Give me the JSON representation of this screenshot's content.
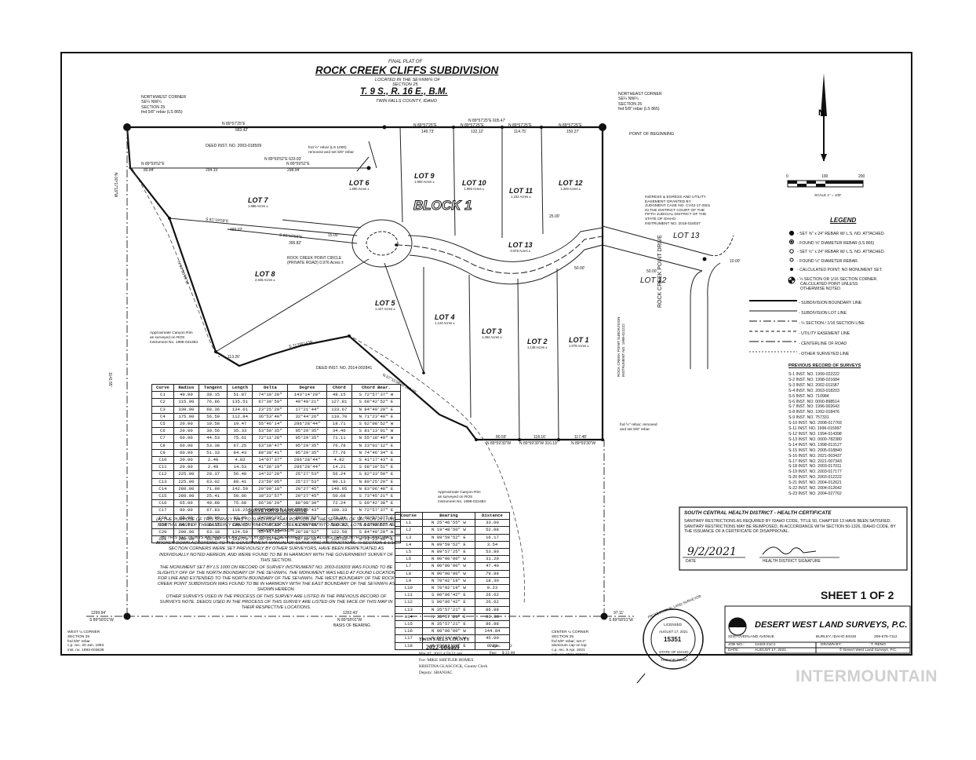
{
  "header": {
    "final_plat_label": "FINAL PLAT OF",
    "title": "ROCK CREEK CLIFFS SUBDIVISION",
    "located_line1": "LOCATED IN THE SE¼NW¼ OF",
    "located_line2": "SECTION 25",
    "township": "T. 9 S., R. 16 E., B.M.",
    "county": "TWIN FALLS COUNTY, IDAHO"
  },
  "corners": {
    "northwest": [
      "NORTHWEST CORNER",
      "SE¼ NW¼",
      "SECTION 25",
      "fnd 5/8\" rebar (LS 865)"
    ],
    "northeast": [
      "NORTHEAST CORNER",
      "SE¼ NW¼",
      "SECTION 25",
      "fnd 5/8\" rebar (LS 865)"
    ],
    "west_quarter": [
      "WEST ¼ CORNER",
      "SECTION 25",
      "fnd 5/8\" rebar",
      "c.p. rec. 20 Jan. 1993",
      "inst. no. 1993-003639"
    ],
    "center_quarter": [
      "CENTER ¼ CORNER",
      "SECTION 25",
      "fnd 5/8\" rebar; set 2\"",
      "aluminum cap on top",
      "c.p. rec. 9 Apr. 2021",
      "inst. no. 2021-009663"
    ]
  },
  "plat": {
    "block_label": "BLOCK 1",
    "point_of_beginning": "POINT OF BEGINNING",
    "lots": [
      {
        "name": "LOT 1",
        "area": "1.079 Acres ±"
      },
      {
        "name": "LOT 2",
        "area": "1.148 Acres ±"
      },
      {
        "name": "LOT 3",
        "area": "1.264 Acres ±"
      },
      {
        "name": "LOT 4",
        "area": "1.124 Acres ±"
      },
      {
        "name": "LOT 5",
        "area": "1.427 Acres ±"
      },
      {
        "name": "LOT 6",
        "area": "1.890 Acres ±"
      },
      {
        "name": "LOT 7",
        "area": "1.988 Acres ±"
      },
      {
        "name": "LOT 8",
        "area": "2.846 Acres ±"
      },
      {
        "name": "LOT 9",
        "area": "1.993 Acres ±"
      },
      {
        "name": "LOT 10",
        "area": "1.993 Acres ±"
      },
      {
        "name": "LOT 11",
        "area": "1.232 Acres ±"
      },
      {
        "name": "LOT 12",
        "area": "1.260 Acres ±"
      },
      {
        "name": "LOT 13",
        "area": "0.978 Acres ±"
      }
    ],
    "east_lot13": "LOT 13",
    "east_lot12": "LOT 12",
    "road_name": "ROCK CREEK POINT DRIVE",
    "road_circle": [
      "ROCK CREEK POINT CIRCLE",
      "(PRIVATE ROAD) 0.976 Acres ±"
    ],
    "deed_north": "DEED INST. NO. 2003-018509",
    "deed_south": "DEED INST. NO. 2014-002841",
    "rebar_note_north": [
      "fnd ½\" rebar (LS 1000)",
      "removed and set 5/8\" rebar"
    ],
    "rebar_note_south": [
      "fnd ½\" rebar; removed",
      "and set 5/8\" rebar"
    ],
    "easement_note": [
      "INGRESS & EGRESS AND UTILITY",
      "EASEMENT GRANTED BY",
      "JUDGMENT CASE NO. CV42-17-2501",
      "IN THE DISTRICT COURT OF THE",
      "FIFTH JUDICIAL DISTRICT OF THE",
      "STATE OF IDAHO",
      "INSTRUMENT NO. 2018-018037"
    ],
    "canyon_rim_west": [
      "Approximate Canyon Rim",
      "as surveyed on ROS",
      "Instrument No. 1998-021684"
    ],
    "canyon_rim_south": [
      "Approximate Canyon Rim",
      "as surveyed on ROS",
      "Instrument No. 1998-021684"
    ],
    "east_subdivision_note": [
      "ROCK CREEK POINT SUBDIVISION",
      "INSTRUMENT NO. 1998-022222"
    ],
    "dims": {
      "north_total": "N 89°57'25\"E 605.47'",
      "north_west": "N 89°57'25\"E",
      "north_west_len": "683.42'",
      "n1": "N 89°57'25\"E",
      "n1l": "149.73'",
      "n2": "N 89°57'25\"E",
      "n2l": "132.12'",
      "n3": "N 89°57'25\"E",
      "n3l": "114.75'",
      "n4": "N 89°57'25\"E",
      "n4l": "150.27'",
      "mid_line": "N 89°59'52\"E 633.93'",
      "mid_a": "N 89°59'52\"E",
      "mid_al": "80.84'",
      "mid_b": "294.15'",
      "mid_c": "N 89°59'52\"E",
      "mid_d": "298.94'",
      "lot7_line": "S 81°19'59\"E",
      "lot7_len": "460.02'",
      "lot8_line": "S 80°19'59\"E",
      "lot8_len": "395.82'",
      "south_a": "N 89°59'30\"W",
      "south_al": "80.59'",
      "south_b": "N 89°59'30\"W 316.19'",
      "south_bl": "118.16'",
      "south_c": "N 89°59'30\"W",
      "south_cl": "117.48'",
      "south_line_long": "N 67°11'08\"W 368.06'",
      "sw_line": "S 71°09'14\"W",
      "sw_len": "113.26'",
      "west_side": "N 00°17'19\"W",
      "west_side_len": "1141.55'",
      "west_bearing": "N 44°55'59\"W",
      "width_25": "25.00'",
      "width_15": "15.00'",
      "width_50a": "50.00'",
      "width_50b": "50.00'",
      "ten": "10.00'"
    },
    "basis": {
      "bearing": "N 89°58'01\"W",
      "length": "1202.43'",
      "label": "BASIS OF BEARING",
      "west_len": "1299.94'",
      "west_bearing": "S 89°58'01\"W",
      "east_len": "97.11'",
      "east_bearing": "S 89°58'01\"W"
    }
  },
  "scale": {
    "ticks": [
      "0",
      "100",
      "200"
    ],
    "label": "SCALE 1\" = 100'"
  },
  "legend": {
    "title": "LEGEND",
    "symbols": [
      "- SET ⅝\" x 24\" REBAR W/ L.S. NO. ATTACHED.",
      "- FOUND ⅝\" DIAMETER REBAR (LS 865)",
      "- SET ½\" x 24\" REBAR W/ L.S. NO. ATTACHED.",
      "- FOUND ½\" DIAMETER REBAR.",
      "- CALCULATED POINT; NO MONUMENT SET.",
      "- ¼ SECTION OR 1/16 SECTION CORNER.",
      "CALCULATED POINT UNLESS",
      "OTHERWISE NOTED."
    ],
    "lines": [
      "- SUBDIVISION BOUNDARY LINE",
      "- SUBDIVISION LOT LINE",
      "- ¼ SECTION / 1/16 SECTION LINE",
      "- UTILITY EASEMENT LINE",
      "- CENTERLINE OF ROAD",
      "- OTHER SURVEYED LINE"
    ]
  },
  "previous_surveys": {
    "title": "PREVIOUS RECORD OF SURVEYS",
    "items": [
      "S-1  INST. NO. 1999-022222",
      "S-2  INST. NO. 1998-021684",
      "S-3  INST. NO. 2002-011587",
      "S-4  INST. NO. 2003-018203",
      "S-5  INST. NO. 710984",
      "S-6  INST. NO. 0000-898514",
      "S-7  INST. NO. 1996-002643",
      "S-8  INST. NO. 1992-018476",
      "S-9  INST. NO. 757331",
      "S-10  INST. NO. 2008-017769",
      "S-11  INST. NO. 1996-015997",
      "S-12  INST. NO. 1994-014398",
      "S-13  INST. NO. 0000-782380",
      "S-14  INST. NO. 1998-013127",
      "S-15  INST. NO. 2005-018840",
      "S-16  INST. NO. 2021-003437",
      "S-17  INST. NO. 2021-007343",
      "S-18  INST. NO. 2003-017011",
      "S-19  INST. NO. 2003-017177",
      "S-20  INST. NO. 2003-012222",
      "S-21  INST. NO. 2004-012621",
      "S-22  INST. NO. 2004-012642",
      "S-23  INST. NO. 2004-027762"
    ]
  },
  "curve_table": {
    "headers": [
      "Curve",
      "Radius",
      "Tangent",
      "Length",
      "Delta",
      "Degree",
      "Chord",
      "Chord Bear."
    ],
    "rows": [
      [
        "C1",
        "40.00",
        "30.15",
        "51.87",
        "74°18'20\"",
        "143°14'20\"",
        "48.15",
        "S 72°57'37\" W"
      ],
      [
        "C2",
        "115.00",
        "76.86",
        "135.51",
        "67°30'59\"",
        "49°49'21\"",
        "127.81",
        "S 68°42'52\" E"
      ],
      [
        "C3",
        "330.00",
        "68.36",
        "134.61",
        "23°25'20\"",
        "17°21'44\"",
        "133.67",
        "N 84°49'20\" E"
      ],
      [
        "C4",
        "175.00",
        "56.59",
        "112.84",
        "36°53'40\"",
        "32°44'26\"",
        "110.70",
        "N 71°23'40\" E"
      ],
      [
        "C5",
        "20.00",
        "10.58",
        "19.47",
        "55°46'14\"",
        "286°28'44\"",
        "18.71",
        "S 62°08'52\" W"
      ],
      [
        "C6",
        "20.00",
        "30.56",
        "35.33",
        "53°58'35\"",
        "95°29'35\"",
        "34.46",
        "S 81°13'01\" W"
      ],
      [
        "C7",
        "60.00",
        "44.53",
        "75.61",
        "72°11'28\"",
        "95°29'35\"",
        "71.11",
        "N 55°18'49\" W"
      ],
      [
        "C8",
        "60.00",
        "53.38",
        "67.25",
        "63°18'47\"",
        "95°29'35\"",
        "76.78",
        "N 23°01'12\" E"
      ],
      [
        "C9",
        "60.00",
        "51.33",
        "84.43",
        "80°38'41\"",
        "95°29'35\"",
        "77.76",
        "N 74°46'34\" E"
      ],
      [
        "C10",
        "20.00",
        "2.40",
        "4.83",
        "14°07'37\"",
        "286°28'44\"",
        "4.82",
        "S 41°17'43\" E"
      ],
      [
        "C11",
        "20.00",
        "2.40",
        "14.53",
        "41°36'19\"",
        "286°28'44\"",
        "14.21",
        "S 68°10'51\" E"
      ],
      [
        "C12",
        "225.00",
        "28.37",
        "56.40",
        "14°32'20\"",
        "25°27'53\"",
        "56.24",
        "S 82°33'50\" E"
      ],
      [
        "C13",
        "225.00",
        "63.02",
        "80.41",
        "23°50'05\"",
        "25°27'53\"",
        "90.13",
        "N 80°25'29\" E"
      ],
      [
        "C14",
        "280.00",
        "71.99",
        "142.50",
        "29°09'18\"",
        "20°27'45\"",
        "140.95",
        "N 83°06'48\" E"
      ],
      [
        "C15",
        "280.00",
        "25.41",
        "50.66",
        "10°22'57\"",
        "20°27'45\"",
        "50.68",
        "S 73°45'21\" E"
      ],
      [
        "C16",
        "65.00",
        "40.88",
        "75.60",
        "66°38'29\"",
        "88°08'30\"",
        "72.24",
        "S 69°42'38\" E"
      ],
      [
        "C17",
        "90.00",
        "67.83",
        "116.25",
        "74°00'23\"",
        "63°39'43\"",
        "108.33",
        "N 72°57'37\" E"
      ],
      [
        "C18",
        "65.00",
        "48.99",
        "83.96",
        "74°00'23\"",
        "88°08'52\"",
        "78.24",
        "N 72°57'37\" E"
      ],
      [
        "C19",
        "90.00",
        "60.15",
        "106.05",
        "67°30'59\"",
        "63°39'43\"",
        "100.02",
        "S 68°42'52\" E"
      ],
      [
        "C20",
        "200.00",
        "63.18",
        "124.59",
        "35°41'03\"",
        "28°38'52\"",
        "122.59",
        "S 84°49'20\" W"
      ],
      [
        "C21",
        "200.00",
        "66.66",
        "128.73",
        "36°53'40\"",
        "28°38'52\"",
        "126.52",
        "N 71°23'40\" E"
      ]
    ]
  },
  "line_table": {
    "headers": [
      "Course",
      "Bearing",
      "Distance"
    ],
    "rows": [
      [
        "L1",
        "N 25°46'55\" W",
        "33.00"
      ],
      [
        "L2",
        "N 19°48'50\" W",
        "52.88"
      ],
      [
        "L3",
        "N 89°59'52\" E",
        "16.17"
      ],
      [
        "L4",
        "N 89°59'52\" E",
        "3.54"
      ],
      [
        "L5",
        "N 89°57'25\" E",
        "53.80"
      ],
      [
        "L6",
        "N 90°00'00\" W",
        "31.20"
      ],
      [
        "L7",
        "N 90°00'00\" W",
        "47.40"
      ],
      [
        "L8",
        "N 90°00'00\" W",
        "79.89"
      ],
      [
        "L9",
        "N 70°02'19\" W",
        "18.30"
      ],
      [
        "L10",
        "N 70°02'19\" W",
        "0.23"
      ],
      [
        "L11",
        "S 00°06'42\" E",
        "26.62"
      ],
      [
        "L12",
        "S 00°06'42\" E",
        "26.62"
      ],
      [
        "L13",
        "N 35°57'21\" E",
        "86.88"
      ],
      [
        "L14",
        "N 35°57'21\" E",
        "86.88"
      ],
      [
        "L15",
        "N 35°57'21\" E",
        "86.88"
      ],
      [
        "L16",
        "N 90°00'00\" W",
        "144.84"
      ],
      [
        "L17",
        "N 00°14'49\" W",
        "45.00"
      ],
      [
        "L18",
        "N 70°02'19\" E",
        "0.23"
      ]
    ]
  },
  "narrative": {
    "title": "SURVEYOR'S NARRATIVE",
    "paragraphs": [
      "(A) THE PURPOSE OF THIS SURVEY WAS TO SUBDIVIDE THAT PORTION OF THE SE¼NW¼ OF SECTION 25 LYING NORTH & EAST OF THE EASTERLY CANYON RIM OF ROCK CREEK CANYON INTO BLOCKS, LOTS & STREETS AS SHOWN HEREON.",
      "(B) THIS SECTION IS AN IRREGULAR SECTION WITH GOVERNMENT LOTS ALONG THE NORTH SIDE AND WAS BROKEN DOWN ACCORDING TO THE GOVERNMENT MANUAL OF SURVEYING INSTRUCTIONS. ¼ SECTION & 1/16 SECTION CORNERS WERE SET PREVIOUSLY BY OTHER SURVEYORS, HAVE BEEN PERPETUATED AS INDIVIDUALLY NOTED HEREON, AND WERE FOUND TO BE IN HARMONY WITH THE GOVERNMENT SURVEY OF THIS SECTION.",
      "THE MONUMENT SET BY LS 1000 ON RECORD OF SURVEY INSTRUMENT NO. 2003-018203 WAS FOUND TO BE SLIGHTLY OFF OF THE NORTH BOUNDARY OF THE SE¼NW¼. THE MONUMENT WAS HELD AT FOUND LOCATION FOR LINE AND EXTENDED TO THE NORTH BOUNDARY OF THE SE¼NW¼. THE WEST BOUNDARY OF THE ROCK CREEK POINT SUBDIVISION WAS FOUND TO BE IN HARMONY WITH THE EAST BOUNDARY OF THE SE¼NW¼ AS SHOWN HEREON.",
      "OTHER SURVEYS USED IN THE PROCESS OF THIS SURVEY ARE LISTED IN THE PREVIOUS RECORD OF SURVEYS NOTE. DEEDS USED IN THE PROCESS OF THIS SURVEY ARE LISTED ON THE FACE OF THIS MAP IN THEIR RESPECTIVE LOCATIONS."
    ]
  },
  "health": {
    "title": "SOUTH CENTRAL HEALTH DISTRICT - HEALTH CERTIFICATE",
    "text": "SANITARY RESTRICTIONS AS REQUIRED BY IDAHO CODE, TITLE 50, CHAPTER 13 HAVE BEEN SATISFIED. SANITARY RESTRICTIONS MAY BE REIMPOSED, IN ACCORDANCE WITH SECTION 50-1326, IDAHO CODE, BY THE ISSUANCE OF A CERTIFICATE OF DISAPPROVAL.",
    "date_value": "9/2/2021",
    "date_label": "DATE",
    "signature_label": "HEALTH DISTRICT SIGNATURE"
  },
  "sheet": "SHEET 1 OF 2",
  "company": {
    "name": "DESERT WEST LAND SURVEYS, P.C.",
    "address": "2020 OVERLAND AVENUE",
    "city": "BURLEY, IDAHO  83318",
    "phone": "208-678-7112",
    "job_label": "JOB NO.:",
    "job_value": "14423-21C1",
    "drawn_label": "DRAWN BY:",
    "drawn_value": "T. RENO",
    "date_label": "DATE:",
    "date_value": "AUGUST 17, 2021",
    "copyright": "© Desert West Land Surveys, P.C."
  },
  "seal": {
    "top": "PROFESSIONAL LAND SURVEYOR",
    "licensed": "LICENSED",
    "date": "AUGUST 17, 2021",
    "number": "15351",
    "state": "STATE OF IDAHO",
    "name": "TREVOR RENO"
  },
  "recording": {
    "county": "TWIN FALLS COUNTY",
    "number": "2022-004469",
    "date": "Mar 07, 2022    4:59:51 pm",
    "pages_label": "Pages:",
    "pages": "2",
    "fee_label": "Fee:",
    "fee": "$ 22.00",
    "for": "For: MIKE SHETLER HOMES",
    "clerk": "KRISTINA GLASCOCK, County Clerk",
    "deputy": "Deputy: SBANJAC"
  },
  "watermark": "INTERMOUNTAIN"
}
